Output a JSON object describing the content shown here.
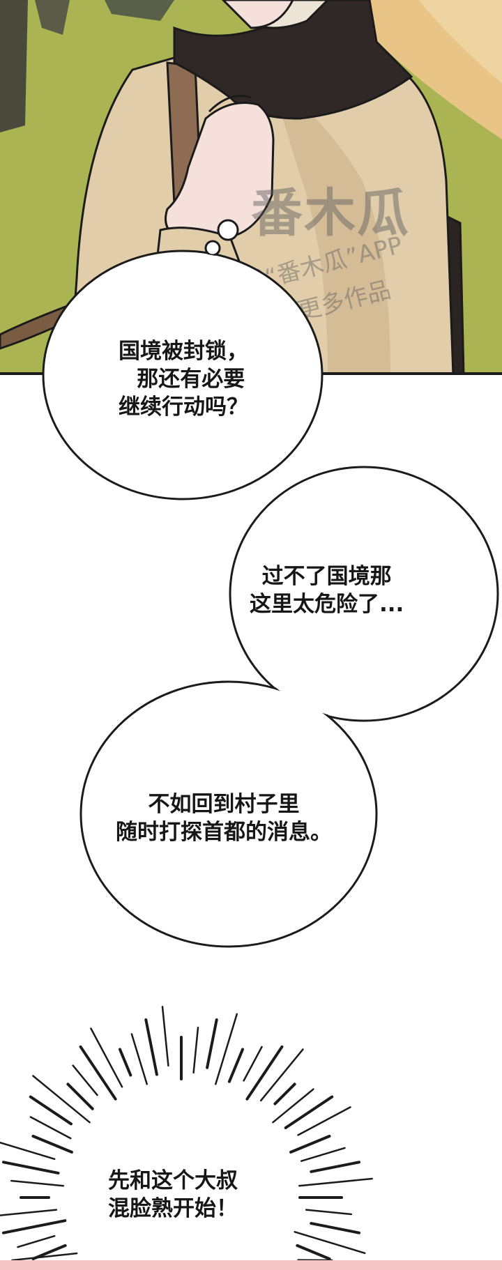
{
  "watermark": {
    "logo_text": "番木瓜",
    "line1": "下载“番木瓜”APP",
    "line2": "观看更多作品"
  },
  "bubbles": [
    {
      "text": "国境被封锁，\n  那还有必要\n继续行动吗？"
    },
    {
      "text": "过不了国境那\n这里太危险了..."
    },
    {
      "text": "不如回到村子里\n随时打探首都的消息。"
    }
  ],
  "burst": {
    "text": "先和这个大叔\n混脸熟开始！"
  },
  "colors": {
    "grass": "#a4b04e",
    "jacket": "#e1cdaa",
    "scarf": "#2f2826",
    "skin": "#f6e0dc",
    "outline": "#1b1b1b",
    "pink_strip": "#f4c3c6"
  }
}
